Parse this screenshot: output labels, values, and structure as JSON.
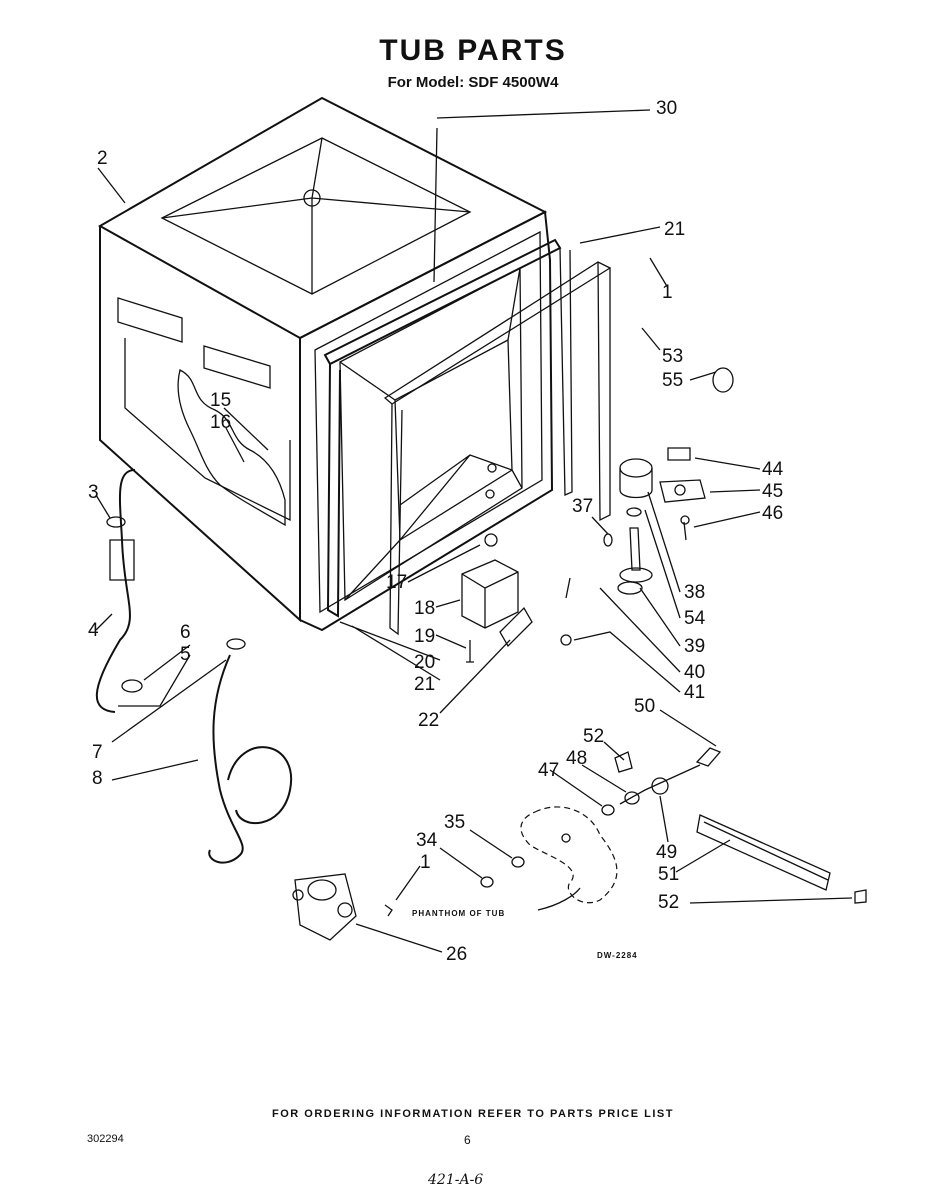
{
  "header": {
    "title": "TUB PARTS",
    "subtitle": "For Model: SDF 4500W4"
  },
  "callouts": [
    {
      "id": "c30",
      "text": "30"
    },
    {
      "id": "c2",
      "text": "2"
    },
    {
      "id": "c21a",
      "text": "21"
    },
    {
      "id": "c1a",
      "text": "1"
    },
    {
      "id": "c53",
      "text": "53"
    },
    {
      "id": "c55",
      "text": "55"
    },
    {
      "id": "c15",
      "text": "15"
    },
    {
      "id": "c16",
      "text": "16"
    },
    {
      "id": "c44",
      "text": "44"
    },
    {
      "id": "c45",
      "text": "45"
    },
    {
      "id": "c46",
      "text": "46"
    },
    {
      "id": "c3",
      "text": "3"
    },
    {
      "id": "c37",
      "text": "37"
    },
    {
      "id": "c38",
      "text": "38"
    },
    {
      "id": "c54",
      "text": "54"
    },
    {
      "id": "c17",
      "text": "17"
    },
    {
      "id": "c18",
      "text": "18"
    },
    {
      "id": "c39",
      "text": "39"
    },
    {
      "id": "c4",
      "text": "4"
    },
    {
      "id": "c19",
      "text": "19"
    },
    {
      "id": "c40",
      "text": "40"
    },
    {
      "id": "c6",
      "text": "6"
    },
    {
      "id": "c5",
      "text": "5"
    },
    {
      "id": "c20",
      "text": "20"
    },
    {
      "id": "c41",
      "text": "41"
    },
    {
      "id": "c21b",
      "text": "21"
    },
    {
      "id": "c22",
      "text": "22"
    },
    {
      "id": "c50",
      "text": "50"
    },
    {
      "id": "c52a",
      "text": "52"
    },
    {
      "id": "c48",
      "text": "48"
    },
    {
      "id": "c47",
      "text": "47"
    },
    {
      "id": "c7",
      "text": "7"
    },
    {
      "id": "c8",
      "text": "8"
    },
    {
      "id": "c35",
      "text": "35"
    },
    {
      "id": "c34",
      "text": "34"
    },
    {
      "id": "c49",
      "text": "49"
    },
    {
      "id": "c1b",
      "text": "1"
    },
    {
      "id": "c51",
      "text": "51"
    },
    {
      "id": "c52b",
      "text": "52"
    },
    {
      "id": "c26",
      "text": "26"
    }
  ],
  "annotations": {
    "phantom_label": "PHANTHOM OF TUB",
    "drawing_code": "DW-2284"
  },
  "footer": {
    "ordering_info": "FOR ORDERING INFORMATION REFER TO PARTS PRICE LIST",
    "doc_number": "302294",
    "page_number": "6",
    "handwritten": "421-A-6"
  }
}
